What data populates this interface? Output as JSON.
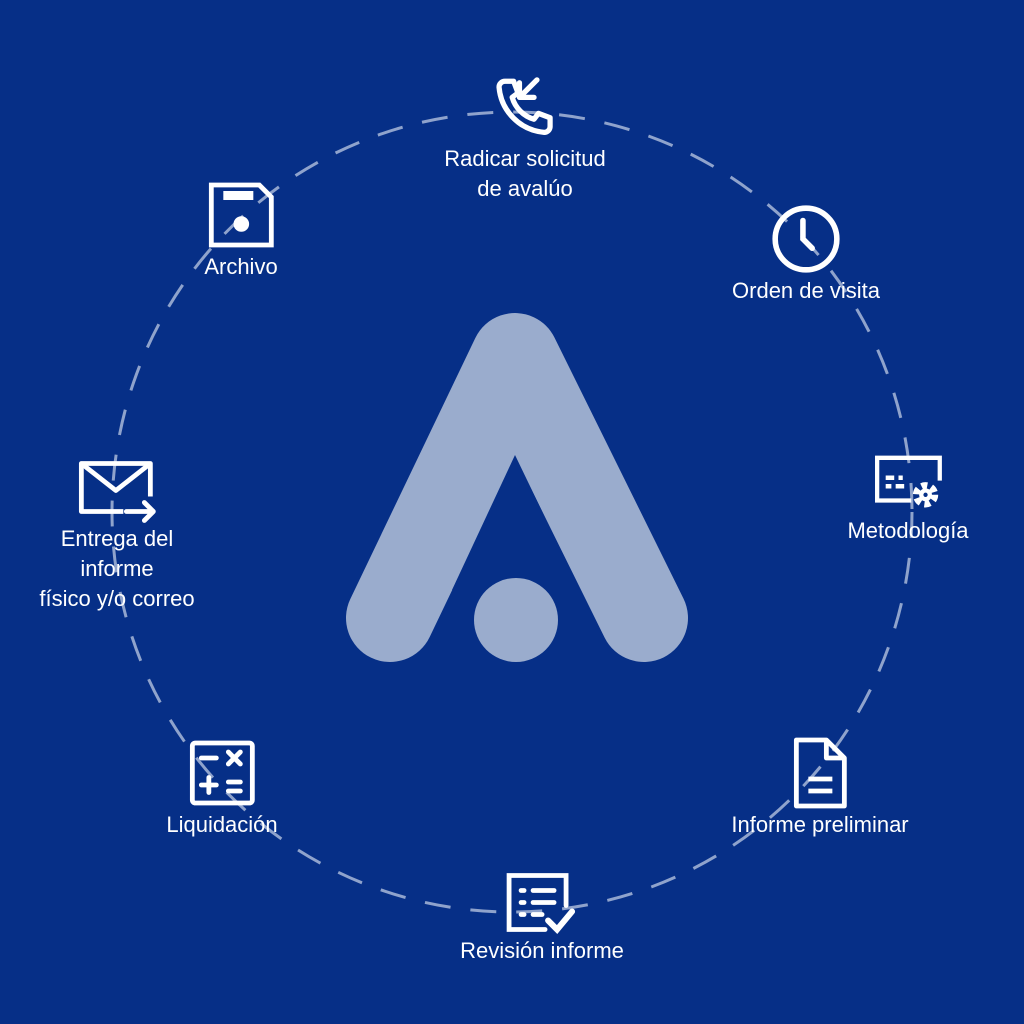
{
  "colors": {
    "background": "#062f87",
    "ring": "#8fa3cc",
    "logo": "#9aaccd",
    "icon": "#ffffff"
  },
  "steps": [
    {
      "label": "Radicar solicitud\nde avalúo",
      "icon": "phone-incoming-icon"
    },
    {
      "label": "Orden de visita",
      "icon": "clock-icon"
    },
    {
      "label": "Metodología",
      "icon": "settings-screen-icon"
    },
    {
      "label": "Informe preliminar",
      "icon": "document-icon"
    },
    {
      "label": "Revisión informe",
      "icon": "checklist-icon"
    },
    {
      "label": "Liquidación",
      "icon": "calculator-icon"
    },
    {
      "label": "Entrega del\ninforme\nfísico y/o correo",
      "icon": "mail-send-icon"
    },
    {
      "label": "Archivo",
      "icon": "floppy-disk-icon"
    }
  ]
}
